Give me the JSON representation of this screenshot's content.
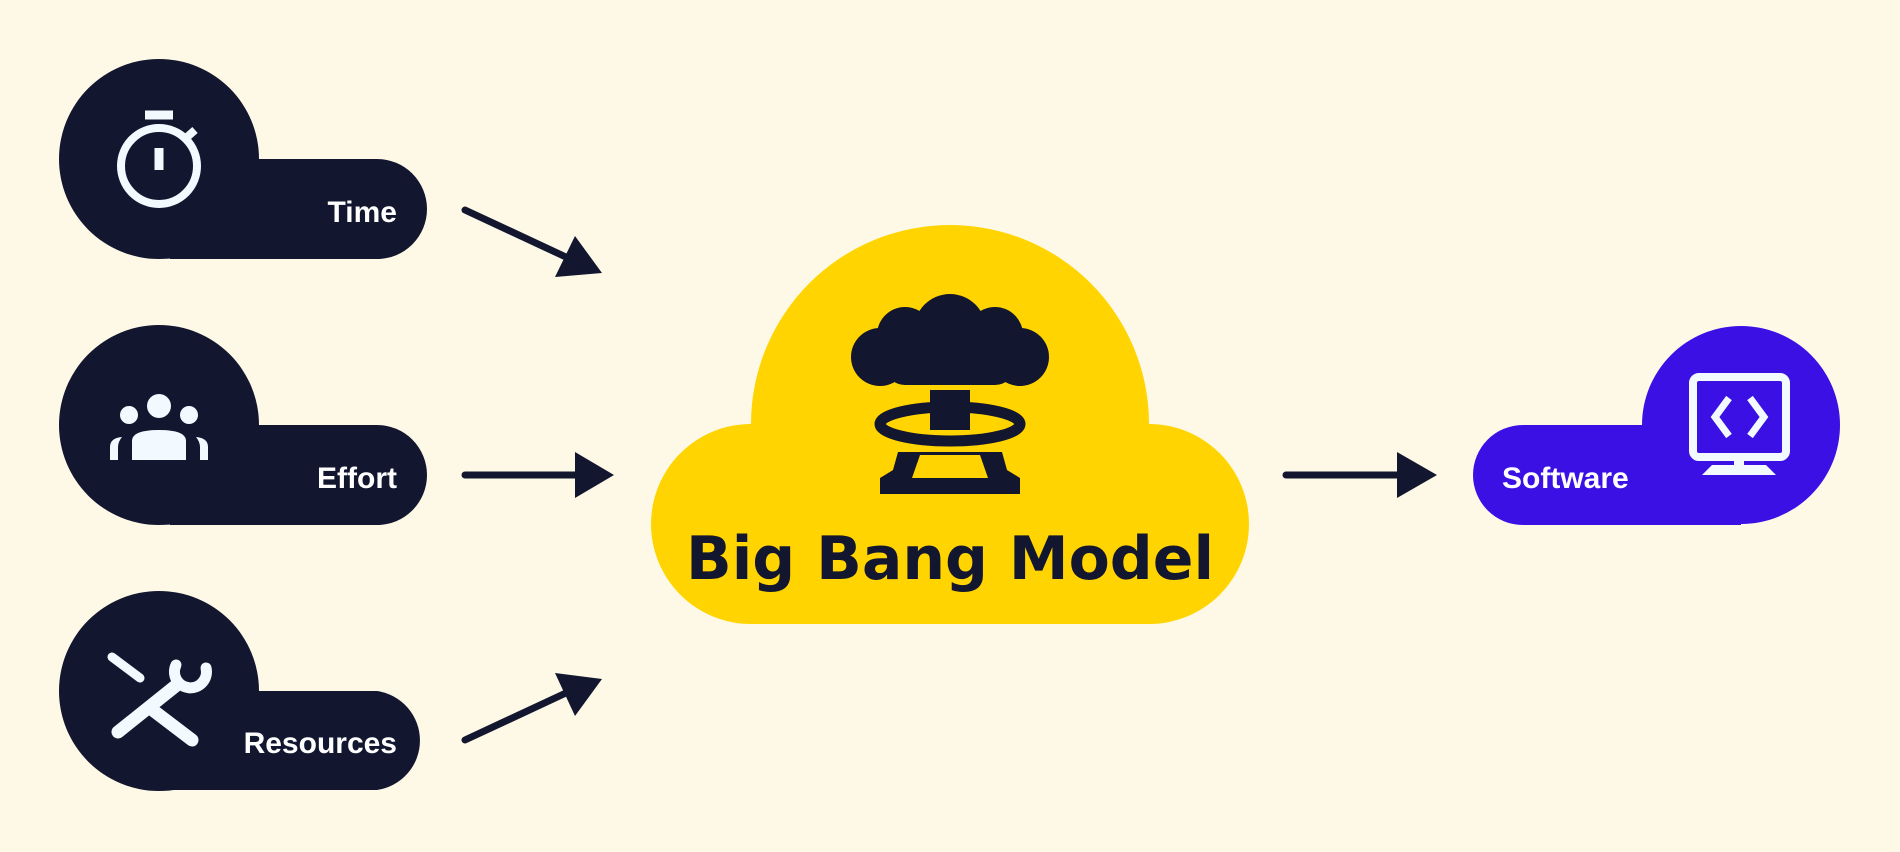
{
  "colors": {
    "background": "#FEF9E6",
    "dark": "#12162F",
    "yellow": "#FFD400",
    "purple": "#3A10E5",
    "icon": "#F2FAFF"
  },
  "inputs": [
    {
      "label": "Time",
      "icon": "stopwatch-icon"
    },
    {
      "label": "Effort",
      "icon": "people-icon"
    },
    {
      "label": "Resources",
      "icon": "tools-icon"
    }
  ],
  "model": {
    "label": "Big Bang Model",
    "icon": "explosion-icon"
  },
  "output": {
    "label": "Software",
    "icon": "code-monitor-icon"
  }
}
